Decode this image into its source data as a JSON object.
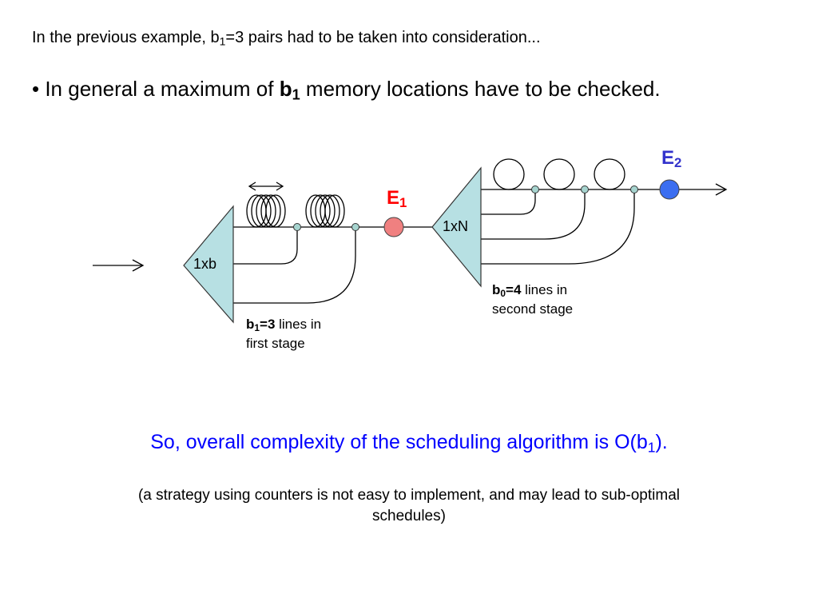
{
  "header": {
    "intro_prefix": "In the previous example, b",
    "intro_sub": "1",
    "intro_suffix": "=3 pairs had to be taken into consideration...",
    "bullet_prefix": "• In general a maximum of ",
    "bullet_bold": "b",
    "bullet_sub": "1",
    "bullet_suffix": " memory locations have to be checked."
  },
  "diagram": {
    "stage1_label": "1xb",
    "stage2_label": "1xN",
    "e1": {
      "letter": "E",
      "sub": "1",
      "color": "#ff0000",
      "node_fill": "#f08080"
    },
    "e2": {
      "letter": "E",
      "sub": "2",
      "color": "#3333cc",
      "node_fill": "#3b6ef0"
    },
    "triangle_fill": "#b7e0e3",
    "note1": {
      "bold_prefix": "b",
      "bold_sub": "1",
      "bold_suffix": "=3",
      "text": " lines in first stage"
    },
    "note2": {
      "bold_prefix": "b",
      "bold_sub": "0",
      "bold_suffix": "=4",
      "text": " lines in second stage"
    }
  },
  "conclusion": {
    "prefix": "So, overall complexity of the scheduling algorithm is O(b",
    "sub": "1",
    "suffix": ").",
    "color": "#0000ff"
  },
  "remark": "(a strategy using counters is not easy to implement, and may lead to sub-optimal schedules)"
}
